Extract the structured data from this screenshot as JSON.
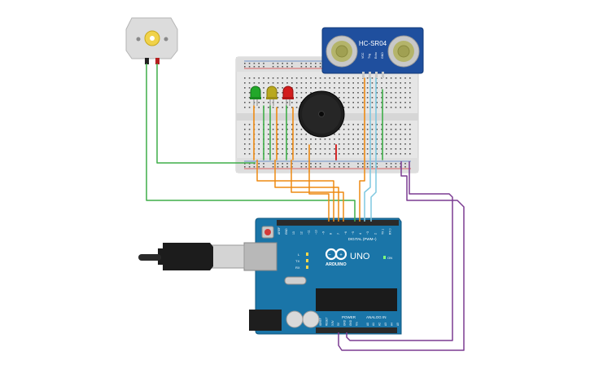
{
  "sensor": {
    "model": "HC-SR04",
    "pins": [
      "VCC",
      "Trig",
      "Echo",
      "GND"
    ]
  },
  "arduino": {
    "brand": "ARDUINO",
    "model": "UNO",
    "digital_header": "DIGITAL (PWM~)",
    "digital_pins": [
      "AREF",
      "GND",
      "13",
      "12",
      "~11",
      "~10",
      "~9",
      "8",
      "7",
      "~6",
      "~5",
      "4",
      "~3",
      "2",
      "TX 1",
      "RX 0"
    ],
    "power_header": "POWER",
    "analog_header": "ANALOG IN",
    "power_pins": [
      "IOREF",
      "RESET",
      "3.3V",
      "5V",
      "GND",
      "GND",
      "Vin"
    ],
    "analog_pins": [
      "A0",
      "A1",
      "A2",
      "A3",
      "A4",
      "A5"
    ],
    "led_labels": [
      "L",
      "TX",
      "RX",
      "ON"
    ]
  },
  "components": {
    "leds": [
      {
        "color": "green",
        "hex": "#22a82a"
      },
      {
        "color": "yellow",
        "hex": "#b9a81e"
      },
      {
        "color": "red",
        "hex": "#d21c1c"
      }
    ],
    "buzzer": "piezo",
    "motor": "dc-motor"
  },
  "wire_colors": {
    "green": "#3fae49",
    "red": "#d42a2a",
    "orange": "#ee8a12",
    "cyan": "#7fc8e0",
    "purple": "#7b3b92"
  }
}
